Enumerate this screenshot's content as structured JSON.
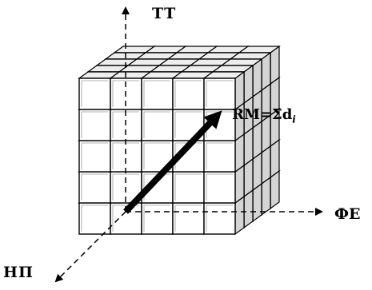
{
  "axes": {
    "vertical": "ТТ",
    "horizontal": "ФЕ",
    "depth": "НП"
  },
  "vector_label": {
    "main": "RM=Σd",
    "subscript": "i"
  },
  "colors": {
    "cube_face": "#ffffff",
    "cube_top": "#eeeeee",
    "cube_side": "#d4d4d4",
    "edge": "#000000"
  }
}
